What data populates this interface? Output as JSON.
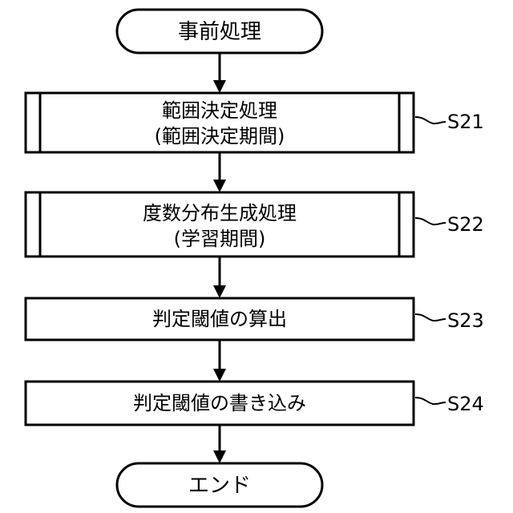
{
  "flow": {
    "start": {
      "label": "事前処理"
    },
    "steps": [
      {
        "line1": "範囲決定処理",
        "line2": "(範囲決定期間)",
        "id": "S21",
        "subroutine": true
      },
      {
        "line1": "度数分布生成処理",
        "line2": "(学習期間)",
        "id": "S22",
        "subroutine": true
      },
      {
        "line1": "判定閾値の算出",
        "line2": "",
        "id": "S23",
        "subroutine": false
      },
      {
        "line1": "判定閾値の書き込み",
        "line2": "",
        "id": "S24",
        "subroutine": false
      }
    ],
    "end": {
      "label": "エンド"
    }
  }
}
